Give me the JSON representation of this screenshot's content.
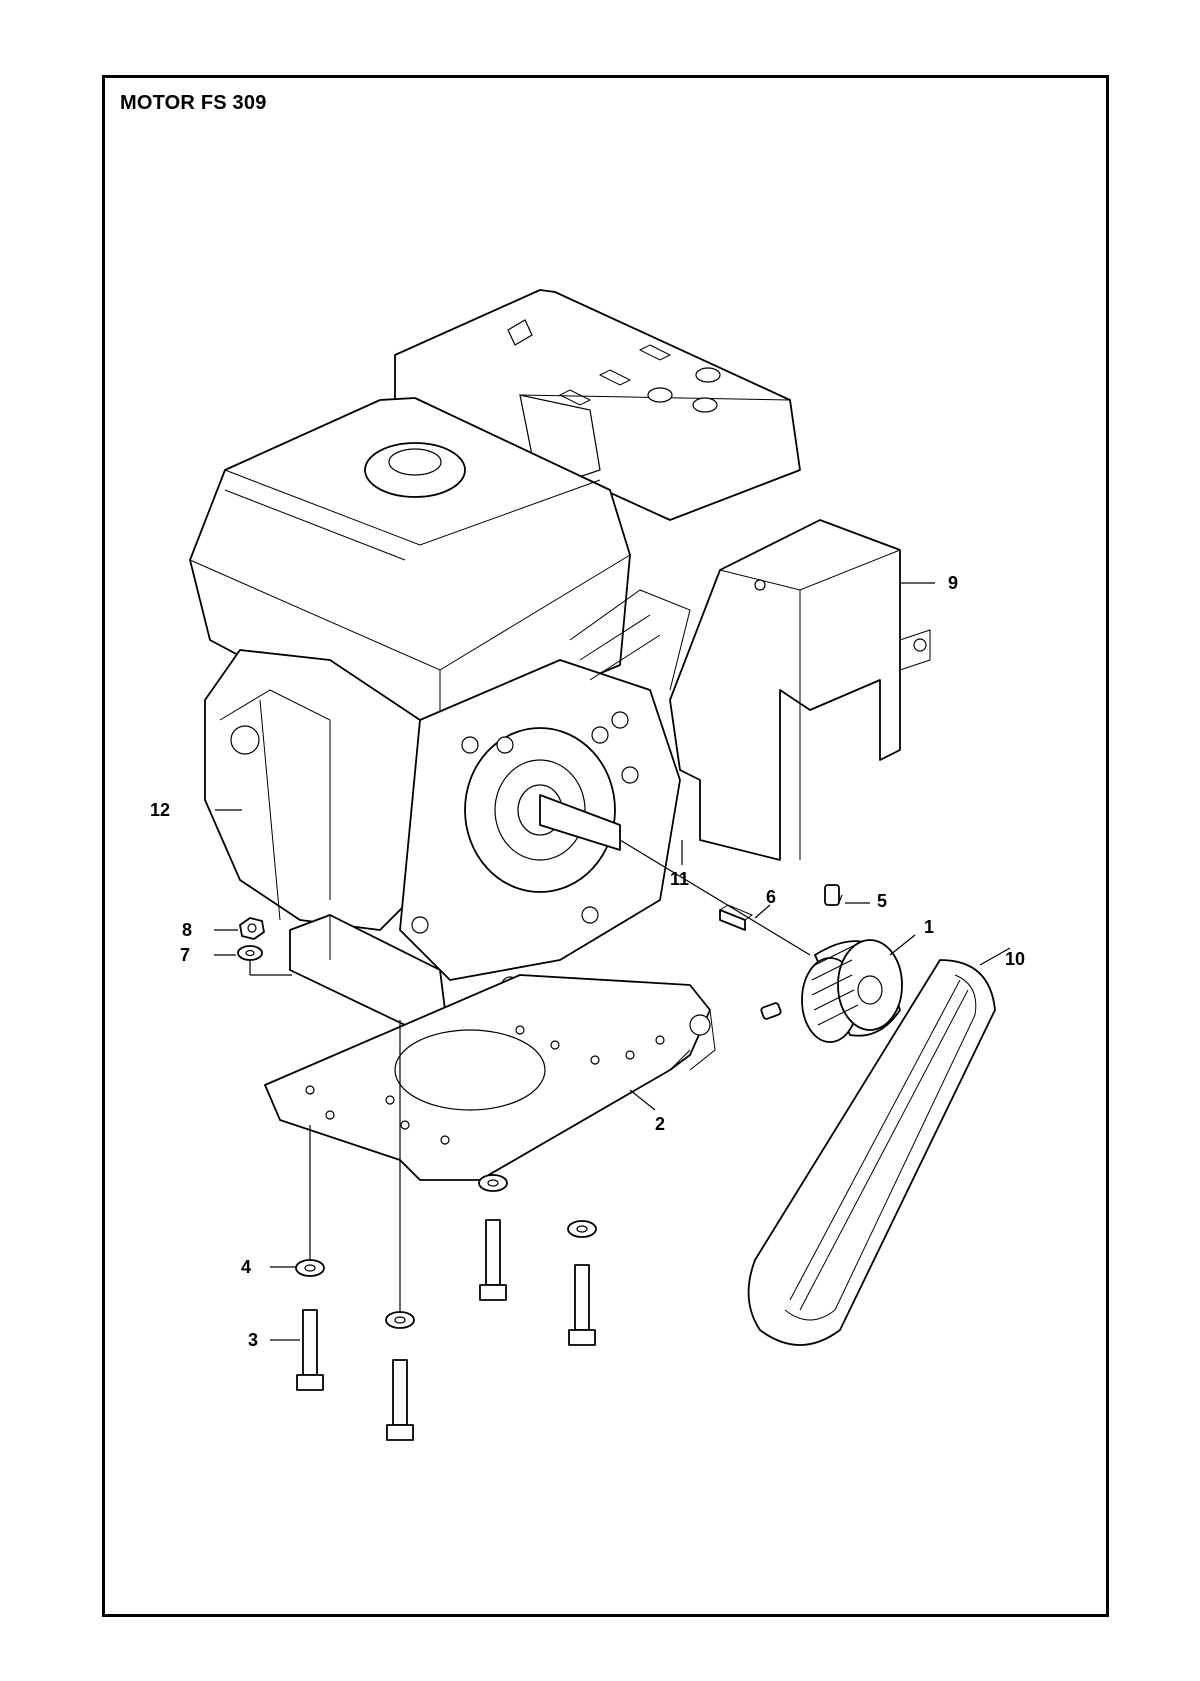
{
  "title": "MOTOR FS 309",
  "callouts": [
    {
      "id": "1",
      "label": "1"
    },
    {
      "id": "2",
      "label": "2"
    },
    {
      "id": "3",
      "label": "3"
    },
    {
      "id": "4",
      "label": "4"
    },
    {
      "id": "5",
      "label": "5"
    },
    {
      "id": "6",
      "label": "6"
    },
    {
      "id": "7",
      "label": "7"
    },
    {
      "id": "8",
      "label": "8"
    },
    {
      "id": "9",
      "label": "9"
    },
    {
      "id": "10",
      "label": "10"
    },
    {
      "id": "11",
      "label": "11"
    },
    {
      "id": "12",
      "label": "12"
    }
  ]
}
